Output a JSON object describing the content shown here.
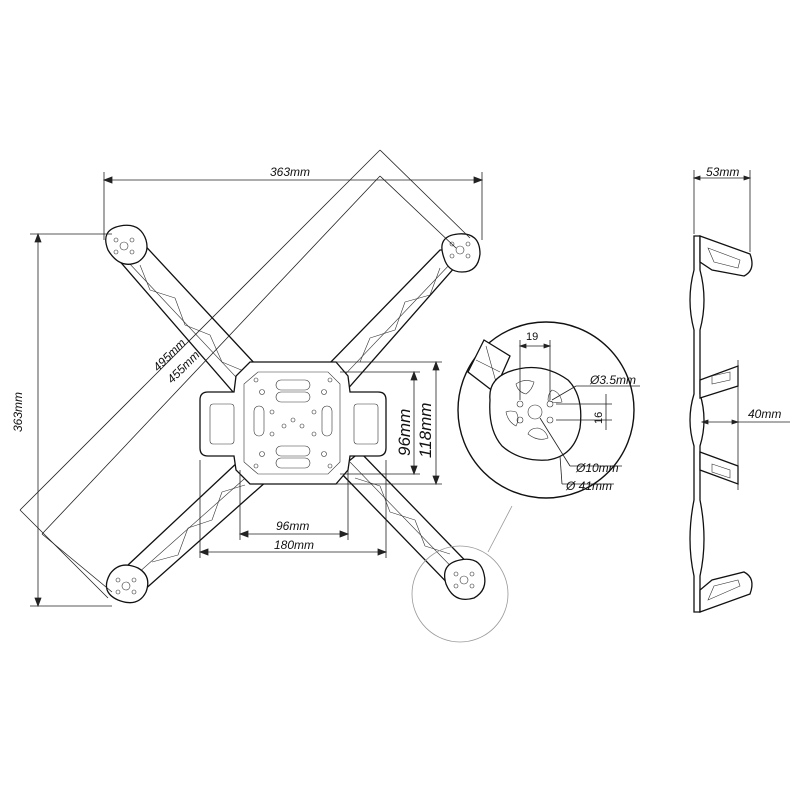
{
  "top_view": {
    "width_label": "363mm",
    "height_label": "363mm",
    "diag_outer_label": "495mm",
    "diag_inner_label": "455mm",
    "plate_w_small_label": "96mm",
    "plate_w_large_label": "180mm",
    "plate_h_small_label": "96mm",
    "plate_h_large_label": "118mm"
  },
  "detail_view": {
    "spacing_x_label": "19",
    "spacing_y_label": "16",
    "hole_small_label": "Ø3.5mm",
    "hole_center_label": "Ø10mm",
    "outer_label": "Ø 41mm"
  },
  "side_view": {
    "width_label": "53mm",
    "height_label": "40mm"
  }
}
